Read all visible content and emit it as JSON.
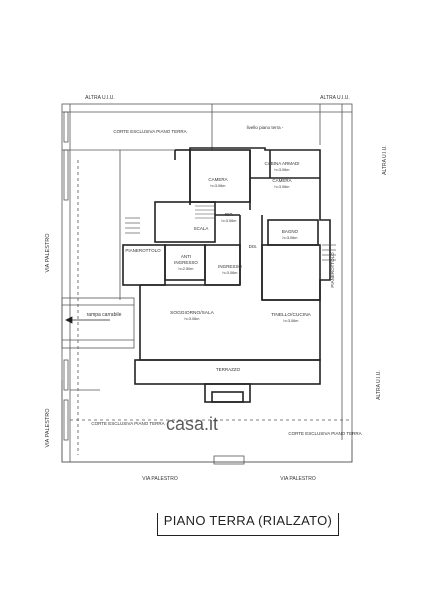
{
  "title": "PIANO TERRA (RIALZATO)",
  "labels": {
    "altra_uiu_left": "ALTRA U.I.U.",
    "altra_uiu_right": "ALTRA U.I.U.",
    "altra_uiu_side_top": "ALTRA U.I.U.",
    "altra_uiu_side_bottom": "ALTRA U.I.U.",
    "corte_top": "CORTE ESCLUSIVA PIANO TERRA",
    "livello": "livello piano terra -",
    "camera_left": "CAMERA",
    "camera_left_h": "h=3.06m",
    "cabina_armadi": "CABINA ARMADI",
    "cabina_h": "h=3.06m",
    "camera_right": "CAMERA",
    "camera_right_h": "h=3.06m",
    "rip": "RIP.",
    "rip_h": "h=3.06m",
    "scala": "SCALA",
    "bagno": "BAGNO",
    "bagno_h": "h=3.06m",
    "dis": "DIS.",
    "pianerottolo_left": "PIANEROTTOLO",
    "anti_ingresso": "ANTI",
    "anti_ingresso_2": "INGRESSO",
    "anti_h": "h=2.50m",
    "ingresso": "INGRESSO",
    "ingresso_h": "h=3.06m",
    "soggiorno": "SOGGIORNO/SALA",
    "soggiorno_h": "h=3.06m",
    "tinello": "TINELLO/CUCINA",
    "tinello_h": "h=3.06m",
    "pianerottolo_right": "PIANEROTTOLO",
    "rampa": "rampa carrabile",
    "terrazzo": "TERRAZZO",
    "corte_bottom_left": "CORTE ESCLUSIVA PIANO TERRA",
    "corte_bottom_right": "CORTE ESCLUSIVA PIANO TERRA",
    "via_palestro_left_top": "VIA PALESTRO",
    "via_palestro_left_bottom": "VIA PALESTRO",
    "via_palestro_bottom_left": "VIA PALESTRO",
    "via_palestro_bottom_right": "VIA PALESTRO",
    "watermark": "casa.it"
  }
}
